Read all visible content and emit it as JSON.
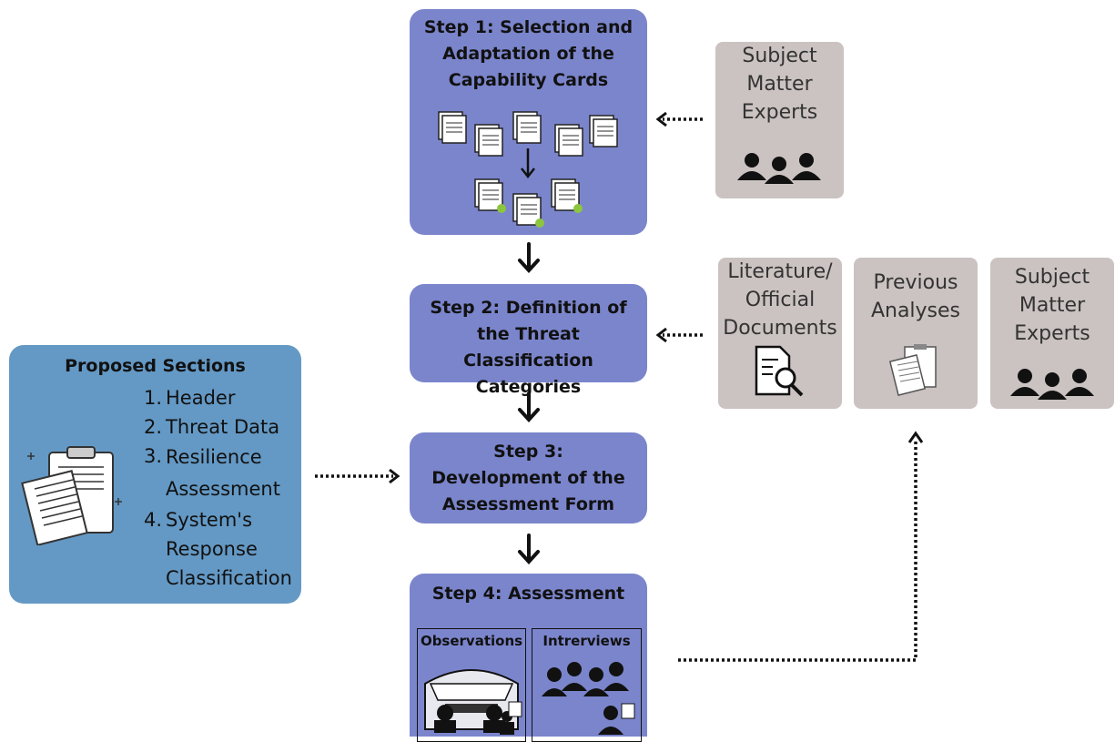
{
  "steps": {
    "step1": {
      "title": "Step 1: Selection and Adaptation of the Capability Cards"
    },
    "step2": {
      "title": "Step 2: Definition of the Threat Classification Categories"
    },
    "step3": {
      "title": "Step 3: Development of the Assessment Form"
    },
    "step4": {
      "title": "Step 4: Assessment",
      "observations": "Observations",
      "interviews": "Intrerviews"
    }
  },
  "inputs": {
    "sme1": "Subject Matter Experts",
    "literature": "Literature/ Official Documents",
    "previous": "Previous Analyses",
    "sme2": "Subject Matter Experts"
  },
  "proposed": {
    "title": "Proposed Sections",
    "items": [
      {
        "num": "1.",
        "text": "Header"
      },
      {
        "num": "2.",
        "text": "Threat Data"
      },
      {
        "num": "3.",
        "text": "Resilience Assessment"
      },
      {
        "num": "4.",
        "text": "System's Response Classification"
      }
    ]
  },
  "colors": {
    "step": "#7b85cc",
    "gray": "#cbc3c1",
    "blue": "#6499c5"
  }
}
